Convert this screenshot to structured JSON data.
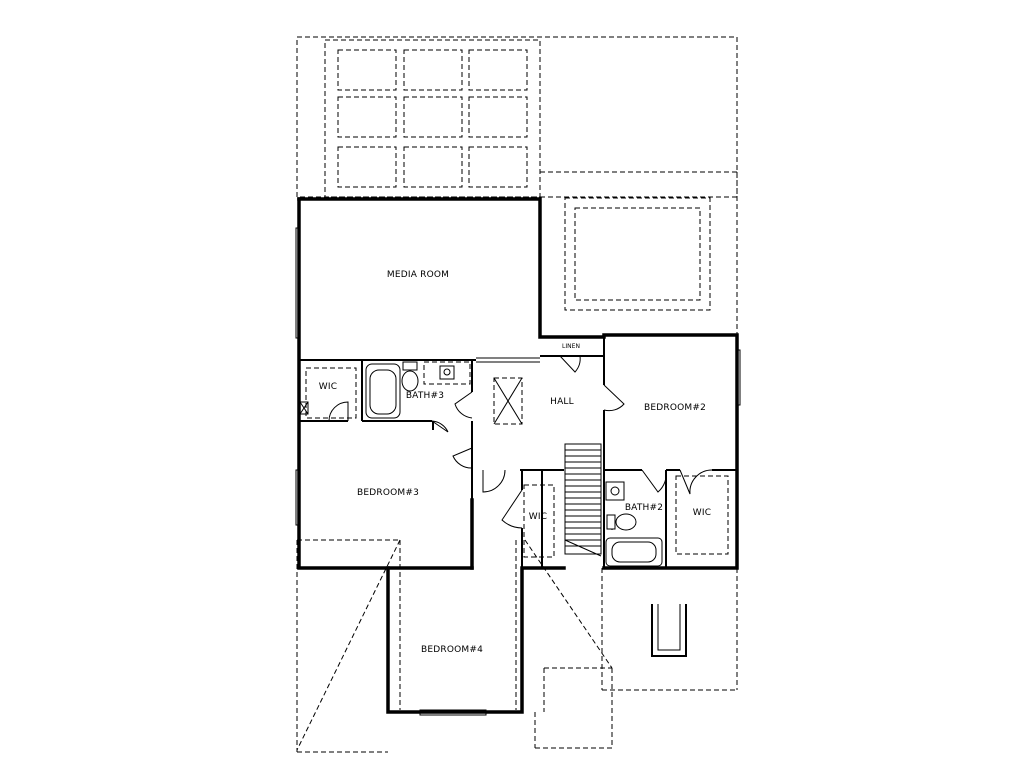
{
  "rooms": {
    "media_room": "MEDIA ROOM",
    "linen": "LINEN",
    "wic_left": "WIC",
    "bath3": "BATH#3",
    "hall": "HALL",
    "bedroom2": "BEDROOM#2",
    "bedroom3": "BEDROOM#3",
    "wic_center": "WIC",
    "bath2": "BATH#2",
    "wic_right": "WIC",
    "bedroom4": "BEDROOM#4"
  }
}
